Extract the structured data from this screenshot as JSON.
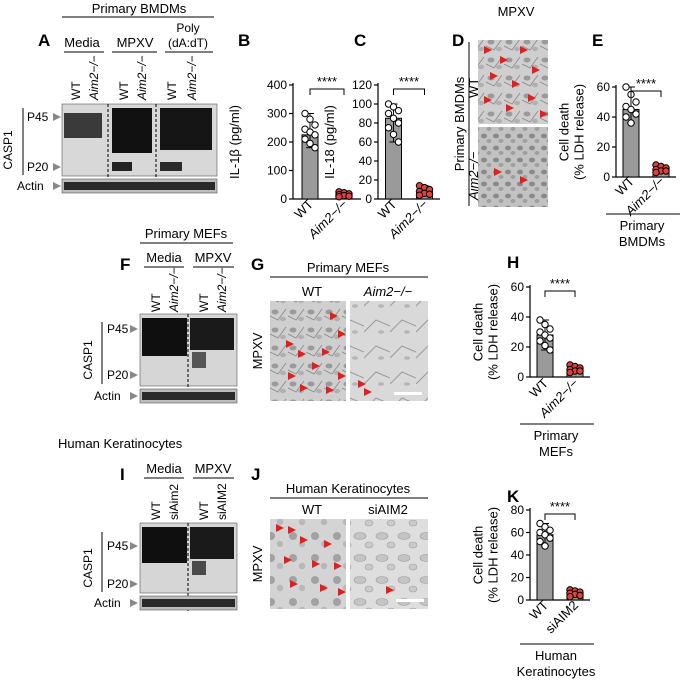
{
  "panels": {
    "A": {
      "label": "A",
      "group": "Primary BMDMs",
      "conditions": [
        "Media",
        "MPXV",
        "Poly (dA:dT)"
      ],
      "lanes": [
        "WT",
        "Aim2−/−",
        "WT",
        "Aim2−/−",
        "WT",
        "Aim2−/−"
      ],
      "protein": "CASP1",
      "bands": [
        "P45",
        "P20"
      ],
      "loading": "Actin"
    },
    "D": {
      "label": "D",
      "title": "MPXV",
      "group": "Primary BMDMs",
      "rows": [
        "WT",
        "Aim2−/−"
      ]
    },
    "F": {
      "label": "F",
      "group": "Primary MEFs",
      "conditions": [
        "Media",
        "MPXV"
      ],
      "lanes": [
        "WT",
        "Aim2−/−",
        "WT",
        "Aim2−/−"
      ],
      "protein": "CASP1",
      "bands": [
        "P45",
        "P20"
      ],
      "loading": "Actin"
    },
    "G": {
      "label": "G",
      "group": "Primary MEFs",
      "cols": [
        "WT",
        "Aim2−/−"
      ],
      "rowlabel": "MPXV"
    },
    "I": {
      "label": "I",
      "group": "Human Keratinocytes",
      "conditions": [
        "Media",
        "MPXV"
      ],
      "lanes": [
        "WT",
        "siAim2",
        "WT",
        "siAIM2"
      ],
      "protein": "CASP1",
      "bands": [
        "P45",
        "P20"
      ],
      "loading": "Actin"
    },
    "J": {
      "label": "J",
      "group": "Human Keratinocytes",
      "cols": [
        "WT",
        "siAIM2"
      ],
      "rowlabel": "MPXV"
    }
  },
  "chart_data": [
    {
      "id": "B",
      "label": "B",
      "type": "bar",
      "categories": [
        "WT",
        "Aim2−/−"
      ],
      "values": [
        225,
        15
      ],
      "points": [
        [
          300,
          280,
          260,
          245,
          235,
          225,
          210,
          195,
          180
        ],
        [
          25,
          22,
          18,
          15,
          12,
          10,
          8
        ]
      ],
      "ylabel": "IL-1β (pg/ml)",
      "ylim": [
        0,
        400
      ],
      "yticks": [
        0,
        100,
        200,
        300,
        400
      ],
      "significance": "****"
    },
    {
      "id": "C",
      "label": "C",
      "type": "bar",
      "categories": [
        "WT",
        "Aim2−/−"
      ],
      "values": [
        85,
        8
      ],
      "points": [
        [
          100,
          97,
          93,
          90,
          85,
          80,
          75,
          68,
          60
        ],
        [
          14,
          12,
          10,
          8,
          6,
          5,
          4
        ]
      ],
      "ylabel": "IL-18 (pg/ml)",
      "ylim": [
        0,
        120
      ],
      "yticks": [
        0,
        20,
        40,
        60,
        80,
        100,
        120
      ],
      "significance": "****"
    },
    {
      "id": "E",
      "label": "E",
      "type": "bar",
      "categories": [
        "WT",
        "Aim2−/−"
      ],
      "values": [
        45,
        5
      ],
      "points": [
        [
          60,
          55,
          50,
          47,
          45,
          42,
          40,
          36
        ],
        [
          8,
          7,
          6,
          5,
          4,
          4,
          3
        ]
      ],
      "ylabel": "Cell death\n(% LDH release)",
      "ylim": [
        0,
        60
      ],
      "yticks": [
        0,
        20,
        40,
        60
      ],
      "significance": "****",
      "group": "Primary BMDMs"
    },
    {
      "id": "H",
      "label": "H",
      "type": "bar",
      "categories": [
        "WT",
        "Aim2−/−"
      ],
      "values": [
        28,
        5
      ],
      "points": [
        [
          38,
          35,
          32,
          30,
          28,
          26,
          24,
          21,
          18
        ],
        [
          8,
          7,
          6,
          5,
          4,
          4,
          3
        ]
      ],
      "ylabel": "Cell death\n(% LDH release)",
      "ylim": [
        0,
        60
      ],
      "yticks": [
        0,
        20,
        40,
        60
      ],
      "significance": "****",
      "group": "Primary MEFs"
    },
    {
      "id": "K",
      "label": "K",
      "type": "bar",
      "categories": [
        "WT",
        "siAIM2"
      ],
      "values": [
        58,
        6
      ],
      "points": [
        [
          68,
          65,
          62,
          60,
          58,
          55,
          52,
          48
        ],
        [
          9,
          8,
          7,
          6,
          5,
          4,
          3
        ]
      ],
      "ylabel": "Cell death\n(% LDH release)",
      "ylim": [
        0,
        80
      ],
      "yticks": [
        0,
        20,
        40,
        60,
        80
      ],
      "significance": "****",
      "group": "Human Keratinocytes"
    }
  ]
}
